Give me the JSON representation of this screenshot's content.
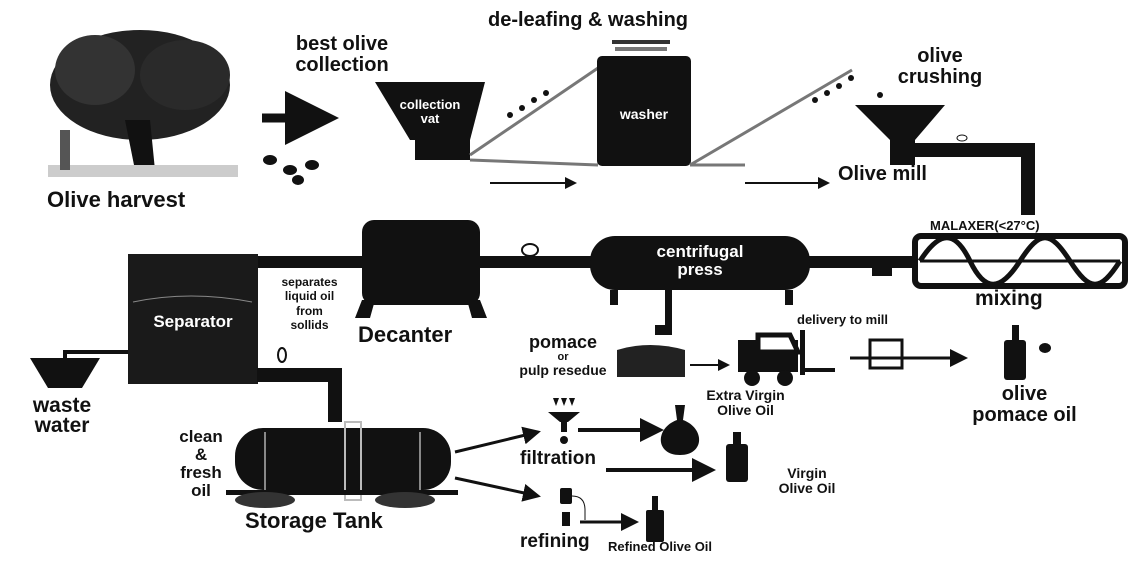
{
  "labels": {
    "olive_harvest": "Olive harvest",
    "best_olive_collection": [
      "best olive",
      "collection"
    ],
    "collection_vat": [
      "collection",
      "vat"
    ],
    "deleafing_washing": "de-leafing & washing",
    "washer": "washer",
    "olive_crushing": [
      "olive",
      "crushing"
    ],
    "olive_mill": "Olive mill",
    "malaxer": "MALAXER(<27°C)",
    "mixing": "mixing",
    "centrifugal_press": [
      "centrifugal",
      "press"
    ],
    "decanter": "Decanter",
    "separates": [
      "separates",
      "liquid oil",
      "from",
      "sollids"
    ],
    "separator": "Separator",
    "waste_water": [
      "waste",
      "water"
    ],
    "clean_fresh_oil": [
      "clean",
      "&",
      "fresh",
      "oil"
    ],
    "storage_tank": "Storage Tank",
    "pomace": [
      "pomace",
      "or",
      "pulp resedue"
    ],
    "delivery_to_mill": "delivery to mill",
    "olive_pomace_oil": [
      "olive",
      "pomace oil"
    ],
    "extra_virgin": [
      "Extra Virgin",
      "Olive Oil"
    ],
    "filtration": "filtration",
    "virgin": [
      "Virgin",
      "Olive Oil"
    ],
    "refining": "refining",
    "refined": "Refined Olive Oil"
  },
  "colors": {
    "ink": "#111111",
    "background": "#ffffff"
  }
}
